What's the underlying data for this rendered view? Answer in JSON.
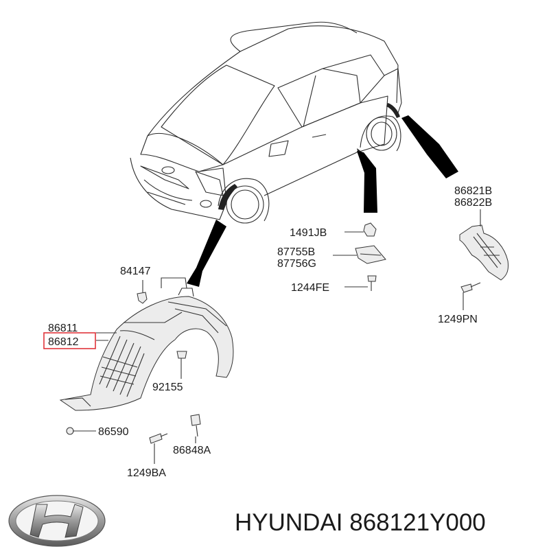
{
  "labels": {
    "l84147": "84147",
    "l86811": "86811",
    "l86812": "86812",
    "l92155": "92155",
    "l86590": "86590",
    "l86848A": "86848A",
    "l1249BA": "1249BA",
    "l1491JB": "1491JB",
    "l87755B": "87755B",
    "l87756G": "87756G",
    "l1244FE": "1244FE",
    "l86821B": "86821B",
    "l86822B": "86822B",
    "l1249PN": "1249PN"
  },
  "highlight_color": "#e0343a",
  "brand": {
    "logo_icon": "hyundai-logo-icon",
    "text": "HYUNDAI 868121Y000"
  }
}
